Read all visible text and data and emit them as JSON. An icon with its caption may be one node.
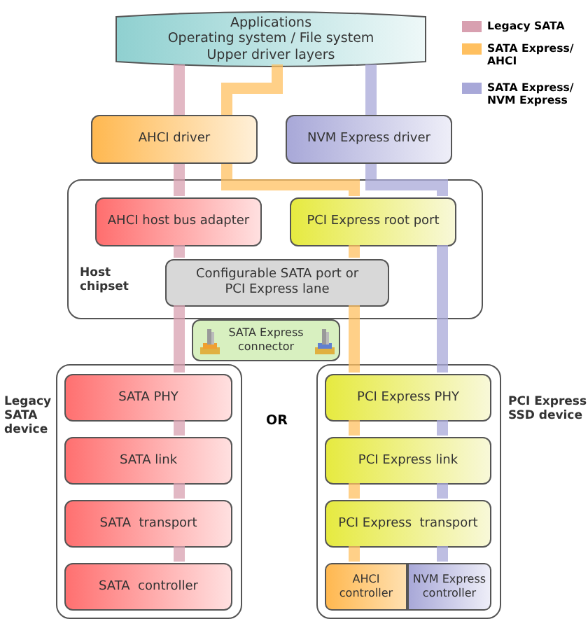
{
  "diagram": {
    "nodes": [
      {
        "text": [
          "Applications",
          "Operating system / File system",
          "Upper driver layers"
        ]
      },
      {
        "text": [
          "AHCI driver"
        ]
      },
      {
        "text": [
          "NVM Express driver"
        ]
      },
      {
        "text": [
          "Host chipset"
        ]
      },
      {
        "text": [
          "AHCI host bus adapter"
        ],
        "in": 3
      },
      {
        "text": [
          "PCI Express root port"
        ],
        "in": 3
      },
      {
        "text": [
          "Configurable SATA port or PCI Express lane"
        ],
        "in": 3
      },
      {
        "text": [
          "SATA Express connector"
        ]
      },
      {
        "text": [
          "Legacy SATA device"
        ]
      },
      {
        "text": [
          "SATA PHY"
        ],
        "in": 8
      },
      {
        "text": [
          "SATA link"
        ],
        "in": 8
      },
      {
        "text": [
          "SATA  transport"
        ],
        "in": 8
      },
      {
        "text": [
          "SATA  controller"
        ],
        "in": 8
      },
      {
        "text": [
          "PCI Express SSD device"
        ]
      },
      {
        "text": [
          "PCI Express PHY"
        ],
        "in": 13
      },
      {
        "text": [
          "PCI Express link"
        ],
        "in": 13
      },
      {
        "text": [
          "PCI Express  transport"
        ],
        "in": 13
      },
      {
        "text": [
          "AHCI controller"
        ],
        "in": 13
      },
      {
        "text": [
          "NVM Express controller"
        ],
        "in": 13
      }
    ],
    "edges": [
      {
        "from": 0,
        "to": 1,
        "arrow": "none",
        "color": "#d8a0b0"
      },
      {
        "from": 1,
        "to": 4,
        "arrow": "none",
        "color": "#d8a0b0"
      },
      {
        "from": 4,
        "to": 6,
        "arrow": "none",
        "color": "#d8a0b0"
      },
      {
        "from": 6,
        "to": 9,
        "arrow": "none",
        "color": "#d8a0b0"
      },
      {
        "from": 9,
        "to": 10,
        "arrow": "none",
        "color": "#d8a0b0"
      },
      {
        "from": 10,
        "to": 11,
        "arrow": "none",
        "color": "#d8a0b0"
      },
      {
        "from": 11,
        "to": 12,
        "arrow": "none",
        "color": "#d8a0b0"
      },
      {
        "from": 0,
        "to": 1,
        "arrow": "none",
        "color": "#ffc060"
      },
      {
        "from": 1,
        "to": 5,
        "arrow": "none",
        "color": "#ffc060"
      },
      {
        "from": 5,
        "to": 6,
        "arrow": "none",
        "color": "#ffc060"
      },
      {
        "from": 6,
        "to": 14,
        "arrow": "none",
        "color": "#ffc060"
      },
      {
        "from": 14,
        "to": 15,
        "arrow": "none",
        "color": "#ffc060"
      },
      {
        "from": 15,
        "to": 16,
        "arrow": "none",
        "color": "#ffc060"
      },
      {
        "from": 16,
        "to": 17,
        "arrow": "none",
        "color": "#ffc060"
      },
      {
        "from": 0,
        "to": 2,
        "arrow": "none",
        "color": "#a8a8d8"
      },
      {
        "from": 2,
        "to": 5,
        "arrow": "none",
        "color": "#a8a8d8"
      },
      {
        "from": 5,
        "to": 14,
        "arrow": "none",
        "color": "#a8a8d8"
      },
      {
        "from": 14,
        "to": 15,
        "arrow": "none",
        "color": "#a8a8d8"
      },
      {
        "from": 15,
        "to": 16,
        "arrow": "none",
        "color": "#a8a8d8"
      },
      {
        "from": 16,
        "to": 18,
        "arrow": "none",
        "color": "#a8a8d8"
      }
    ],
    "labels": [
      "OR"
    ],
    "legend": [
      {
        "text": "Legacy SATA",
        "color": "#d8a0b0"
      },
      {
        "text": "SATA Express/ AHCI",
        "color": "#ffc060"
      },
      {
        "text": "SATA Express/ NVM Express",
        "color": "#a8a8d8"
      }
    ]
  }
}
